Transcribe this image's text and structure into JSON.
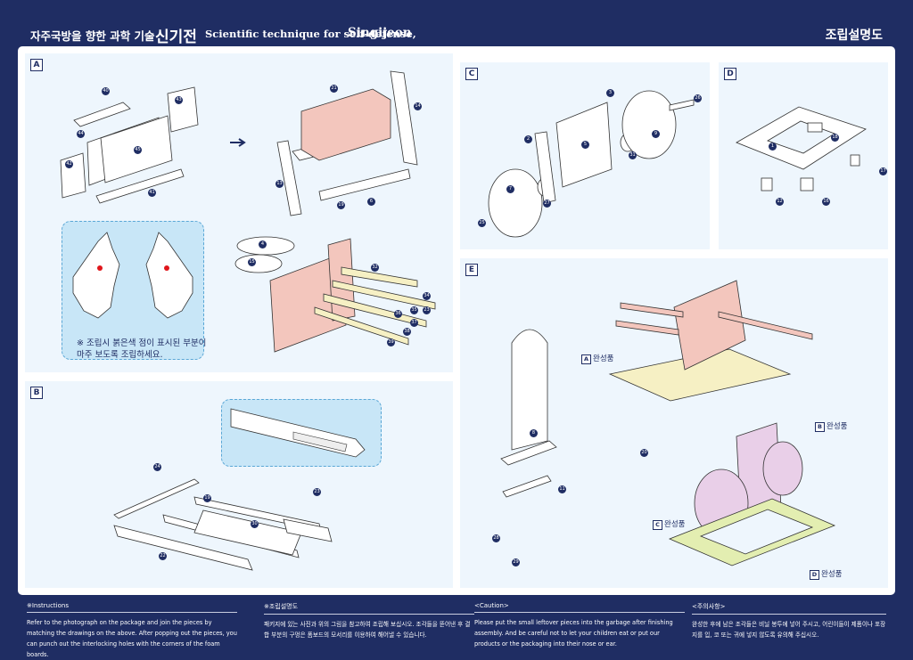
{
  "header": {
    "title_ko": "자주국방을 향한 과학 기술",
    "title_name_ko": "신기전",
    "title_en": "Scientific technique for self-defense,",
    "title_name_en": "Singijeon",
    "right_label": "조립설명도"
  },
  "panels": {
    "a": {
      "label": "A",
      "note": "※ 조립시 붉은색 점이 표시된 부분이 마주 보도록 조립하세요.",
      "parts": [
        "40",
        "43",
        "44",
        "45",
        "42",
        "41",
        "21",
        "14",
        "13",
        "19",
        "6",
        "4",
        "15",
        "32",
        "34",
        "35",
        "23",
        "36",
        "37",
        "38",
        "39"
      ]
    },
    "b": {
      "label": "B",
      "parts": [
        "24",
        "19",
        "23",
        "30",
        "22"
      ]
    },
    "c": {
      "label": "C",
      "parts": [
        "3",
        "26",
        "2",
        "5",
        "9",
        "31",
        "7",
        "27",
        "25"
      ]
    },
    "d": {
      "label": "D",
      "parts": [
        "1",
        "18",
        "12",
        "16",
        "17"
      ]
    },
    "e": {
      "label": "E",
      "parts": [
        "8",
        "11",
        "28",
        "29",
        "20"
      ],
      "complete_a": {
        "letter": "A",
        "text": "완성품"
      },
      "complete_b": {
        "letter": "B",
        "text": "완성품"
      },
      "complete_c": {
        "letter": "C",
        "text": "완성품"
      },
      "complete_d": {
        "letter": "D",
        "text": "완성품"
      }
    }
  },
  "footer": {
    "instructions": {
      "heading": "※Instructions",
      "body": "Refer to the photograph on the package and join the pieces by matching the drawings on the above. After popping out the pieces, you can punch out the interlocking holes with the corners of the foam boards."
    },
    "instructions_ko": {
      "heading": "※조립설명도",
      "body": "패키지에 있는 사진과 위의 그림을 참고하여 조립해 보십시오. 조각들을 뜯어낸 후 결합 부분의 구멍은 폼보드의 모서리를 이용하여 해어낼 수 있습니다."
    },
    "caution": {
      "heading": "<Caution>",
      "body": "Please put the small leftover pieces into the garbage after finishing assembly. And be careful not to let your children eat or put our products or the packaging into their nose or ear."
    },
    "caution_ko": {
      "heading": "<주의사항>",
      "body": "완성한 후에 남은 조각들은 비닐 봉투에 넣어 주시고, 어린이들이 제품이나 포장지를 입, 코 또는 귀에 넣지 않도록 유의해 주십시오."
    }
  },
  "colors": {
    "navy": "#1f2d63",
    "panel_bg": "#eef6fd",
    "inset_bg": "#c8e6f7",
    "pink": "#f3c6bd",
    "yellow": "#f6f0c4",
    "purple": "#e9cfe8",
    "green": "#e3eeb1",
    "red_dot": "#e0161b"
  }
}
